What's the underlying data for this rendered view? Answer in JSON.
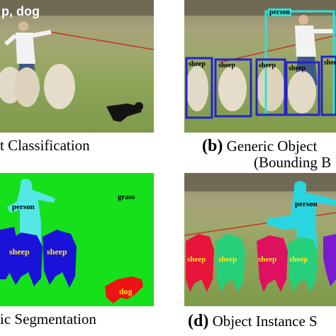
{
  "panel_a": {
    "overlay_text": "p, dog",
    "caption": "t Classification"
  },
  "panel_b": {
    "letter": "(b)",
    "caption_line1": "Generic Object",
    "caption_line2": "(Bounding B",
    "boxes": [
      "person",
      "sheep",
      "sheep",
      "sheep",
      "sheep",
      "sheep"
    ]
  },
  "panel_c": {
    "labels": {
      "grass": "grass",
      "person": "person",
      "sheep_1": "sheep",
      "sheep_2": "sheep",
      "dog": "dog"
    },
    "caption": "ic Segmentation"
  },
  "panel_d": {
    "labels": {
      "person": "person",
      "sheep_1": "sheep",
      "sheep_2": "sheep",
      "sheep_3": "sheep",
      "sheep_4": "sheep"
    },
    "letter": "(d)",
    "caption": "Object Instance S"
  },
  "colors": {
    "seg_grass": "#16e01b",
    "seg_person": "#55e6e6",
    "seg_sheep": "#1a12d8",
    "seg_dog": "#f01212",
    "bbox_person": "#33e0d8",
    "bbox_sheep": "#2424c8",
    "inst_person": "#29d6e0",
    "inst_sheep_red": "#e8143c",
    "inst_sheep_green": "#26d07a",
    "inst_sheep_pink": "#e01060",
    "inst_sheep_purple": "#7a1ad0",
    "label_yellow": "#ffe81a"
  }
}
